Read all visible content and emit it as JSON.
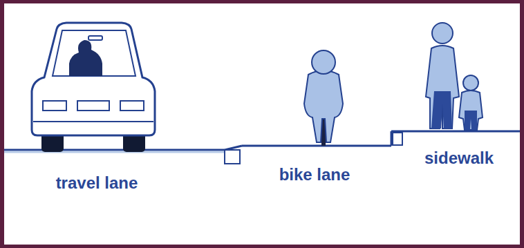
{
  "diagram": {
    "labels": [
      "travel lane",
      "bike lane",
      "sidewalk"
    ]
  }
}
